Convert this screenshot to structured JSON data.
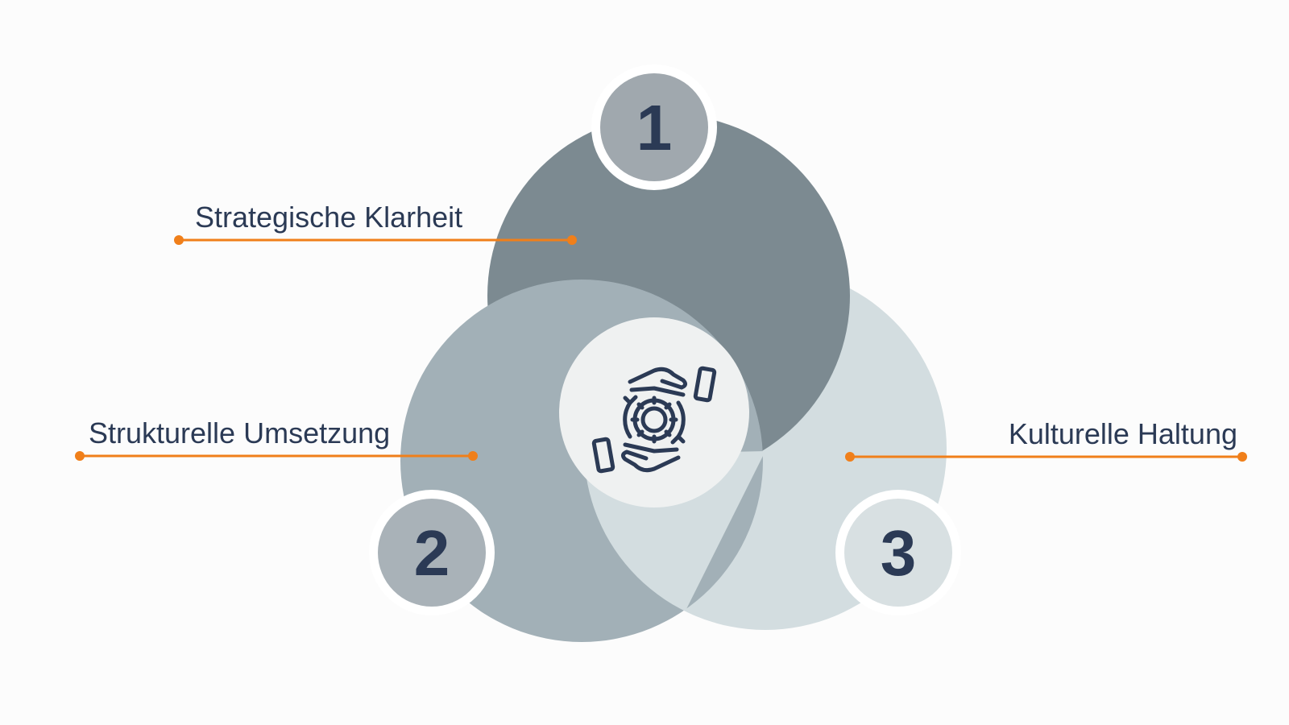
{
  "colors": {
    "background": "#fcfcfc",
    "circle_1": "#7c8a91",
    "circle_2": "#a2b0b7",
    "circle_3": "#d3dde0",
    "badge_1": "#a0a8ae",
    "badge_2": "#a9b2b8",
    "badge_3": "#d8e0e2",
    "center": "#eff1f1",
    "text": "#2b3a55",
    "accent_line": "#f07f1a",
    "ring": "#ffffff"
  },
  "items": [
    {
      "number": "1",
      "label": "Strategische Klarheit"
    },
    {
      "number": "2",
      "label": "Strukturelle Umsetzung"
    },
    {
      "number": "3",
      "label": "Kulturelle Haltung"
    }
  ],
  "center_icon": "hands-gear-icon"
}
